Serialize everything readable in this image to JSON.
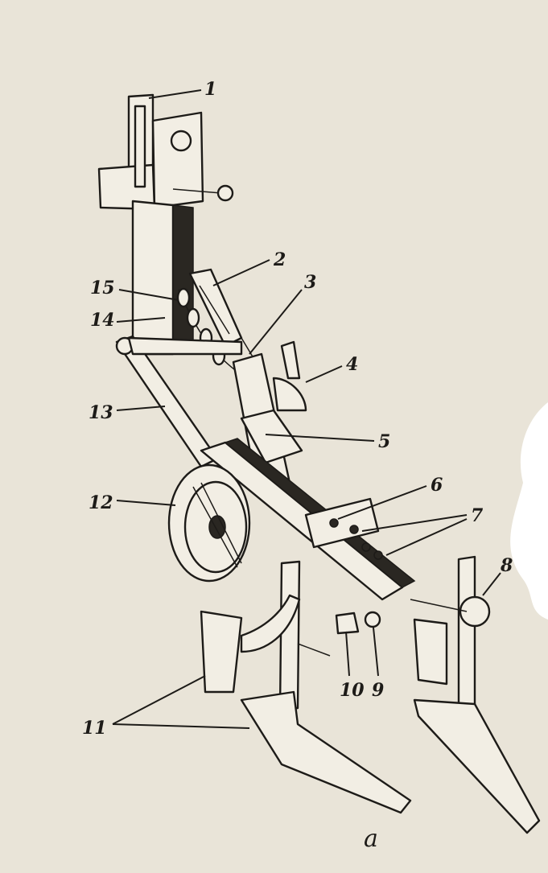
{
  "figure": {
    "callouts": [
      {
        "id": "1",
        "text": "1"
      },
      {
        "id": "2",
        "text": "2"
      },
      {
        "id": "3",
        "text": "3"
      },
      {
        "id": "4",
        "text": "4"
      },
      {
        "id": "5",
        "text": "5"
      },
      {
        "id": "6",
        "text": "6"
      },
      {
        "id": "7",
        "text": "7"
      },
      {
        "id": "8",
        "text": "8"
      },
      {
        "id": "9",
        "text": "9"
      },
      {
        "id": "10",
        "text": "10"
      },
      {
        "id": "11",
        "text": "11"
      },
      {
        "id": "12",
        "text": "12"
      },
      {
        "id": "13",
        "text": "13"
      },
      {
        "id": "14",
        "text": "14"
      },
      {
        "id": "15",
        "text": "15"
      }
    ],
    "caption": "a"
  },
  "colors": {
    "paper": "#e9e4d8",
    "ink": "#1d1b18"
  }
}
